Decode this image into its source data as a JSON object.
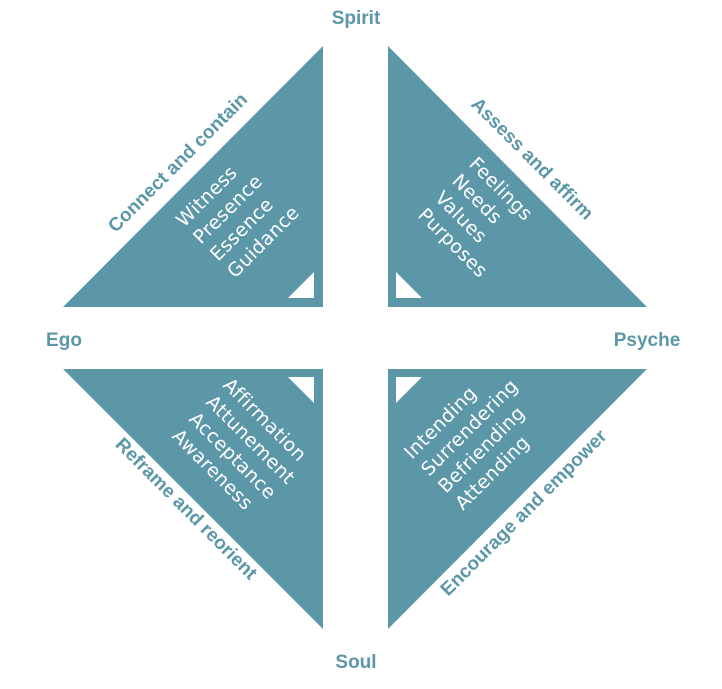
{
  "colors": {
    "triangle": "#5b97a7",
    "label": "#5b97a7",
    "inner_text": "#ffffff",
    "background": "#ffffff"
  },
  "poles": {
    "top": "Spirit",
    "left": "Ego",
    "right": "Psyche",
    "bottom": "Soul"
  },
  "quadrants": {
    "top_left": {
      "phase": "Connect and contain",
      "items": [
        "Witness",
        "Presence",
        "Essence",
        "Guidance"
      ]
    },
    "top_right": {
      "phase": "Assess and affirm",
      "items": [
        "Feelings",
        "Needs",
        "Values",
        "Purposes"
      ]
    },
    "bottom_left": {
      "phase": "Reframe and reorient",
      "items": [
        "Affirmation",
        "Attunement",
        "Acceptance",
        "Awareness"
      ]
    },
    "bottom_right": {
      "phase": "Encourage and empower",
      "items": [
        "Intending",
        "Surrendering",
        "Befriending",
        "Attending"
      ]
    }
  }
}
